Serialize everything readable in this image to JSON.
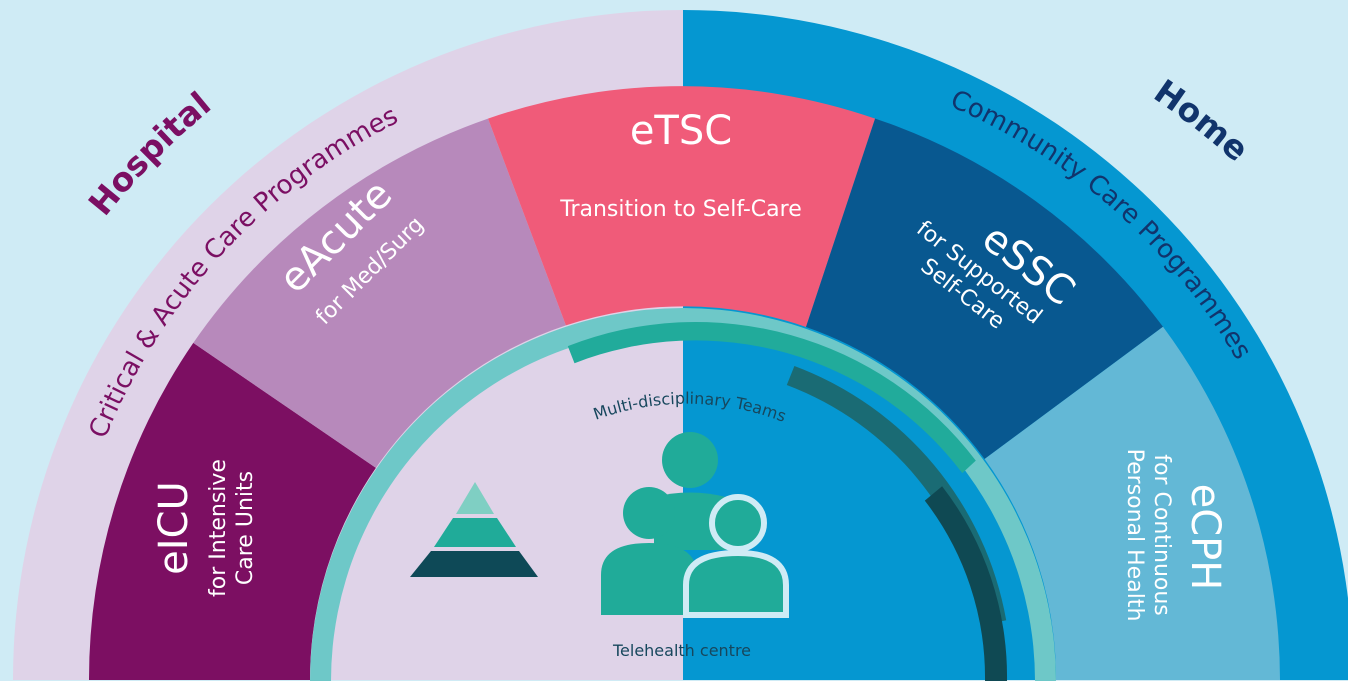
{
  "colors": {
    "background": "#cfebf5",
    "hospital_band": "#dfd3e8",
    "home_band": "#0597d1",
    "hospital_label": "#7b0f63",
    "home_label": "#11346c",
    "ring_teal": "#6ec8c8",
    "teal_dark": "#1a6b74",
    "teal_darker": "#0f4953",
    "teal_mid": "#21ab9b",
    "text_white": "#ffffff",
    "text_navy": "#17475d"
  },
  "hospital": {
    "label": "Hospital",
    "programmes": "Critical & Acute Care Programmes"
  },
  "home": {
    "label": "Home",
    "programmes": "Community Care Programmes"
  },
  "segments": [
    {
      "title": "eICU",
      "lines": [
        "for Intensive",
        "Care Units"
      ],
      "color": "#7c0f62",
      "icon": "none"
    },
    {
      "title": "eAcute",
      "lines": [
        "for Med/Surg"
      ],
      "color": "#b789bb",
      "icon": "none"
    },
    {
      "title": "eTSC",
      "lines": [
        "Transition to Self-Care"
      ],
      "color": "#f05b79",
      "icon": "none"
    },
    {
      "title": "eSSC",
      "lines": [
        "for Supported",
        "Self-Care"
      ],
      "color": "#085890",
      "icon": "none"
    },
    {
      "title": "eCPH",
      "lines": [
        "for Continuous",
        "Personal Health"
      ],
      "color": "#63b8d6",
      "icon": "none"
    }
  ],
  "centre": {
    "top_label": "Multi-disciplinary Teams",
    "bottom_label": "Telehealth centre",
    "pyramid_icon": "pyramid-icon",
    "people_icon": "team-people-icon"
  }
}
